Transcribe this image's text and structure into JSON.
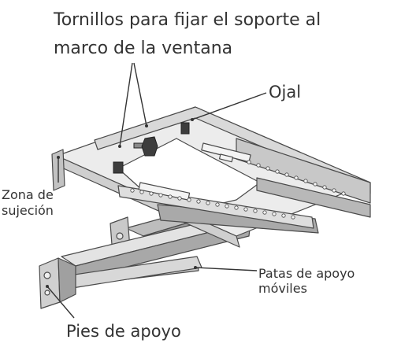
{
  "labels": {
    "screws": [
      "Tornillos para fijar el soporte al",
      "marco de la ventana"
    ],
    "ojal": "Ojal",
    "zona": [
      "Zona de",
      "sujeción"
    ],
    "patas": [
      "Patas de apoyo",
      "móviles"
    ],
    "pies": "Pies de apoyo"
  },
  "colors": {
    "metal_light": "#e6e6e6",
    "metal_mid": "#c4c4c4",
    "metal_dark": "#8f8f8f",
    "outline": "#4a4a4a",
    "leader": "#333333",
    "knob": "#3d3d3d",
    "text": "#333333"
  }
}
